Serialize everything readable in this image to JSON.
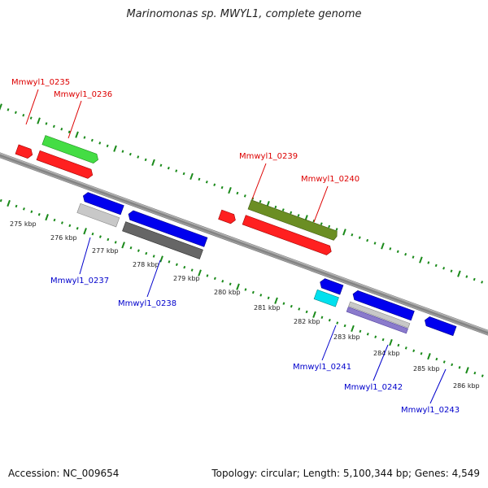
{
  "title": "Marinomonas sp. MWYL1, complete genome",
  "footer": {
    "accession": "Accession: NC_009654",
    "summary": "Topology: circular; Length: 5,100,344 bp; Genes: 4,549"
  },
  "colors": {
    "backbone": "#8a8a8a",
    "tick": "#1a8a1a",
    "forward_label": "#dd0000",
    "reverse_label": "#0000cc"
  },
  "scale_ticks": [
    "275 kbp",
    "276 kbp",
    "277 kbp",
    "278 kbp",
    "279 kbp",
    "280 kbp",
    "281 kbp",
    "282 kbp",
    "283 kbp",
    "284 kbp",
    "285 kbp",
    "286 kbp"
  ],
  "genes": [
    {
      "label": "Mmwyl1_0235",
      "strand": "forward",
      "color": "#ff2020"
    },
    {
      "label": "Mmwyl1_0236",
      "strand": "forward",
      "color": "#33cc33"
    },
    {
      "label": "Mmwyl1_0239",
      "strand": "forward",
      "color": "#6b8e23"
    },
    {
      "label": "Mmwyl1_0240",
      "strand": "forward",
      "color": "#ff2020"
    },
    {
      "label": "Mmwyl1_0237",
      "strand": "reverse",
      "color": "#0000ee"
    },
    {
      "label": "Mmwyl1_0238",
      "strand": "reverse",
      "color": "#0000ee"
    },
    {
      "label": "Mmwyl1_0241",
      "strand": "reverse",
      "color": "#0000ee"
    },
    {
      "label": "Mmwyl1_0242",
      "strand": "reverse",
      "color": "#0000ee"
    },
    {
      "label": "Mmwyl1_0243",
      "strand": "reverse",
      "color": "#0000ee"
    }
  ]
}
